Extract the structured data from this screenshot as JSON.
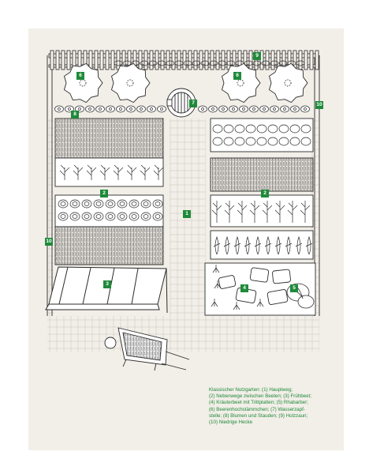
{
  "caption": {
    "lines": [
      "Klassischer Nutzgarten: (1) Hauptweg;",
      "(2) Nebenwege zwischen Beeten; (3) Frühbeet;",
      "(4) Kräuterbeet mit Trittplatten; (5) Rhabarber;",
      "(6) Beerenhochstämmchen; (7) Wasserzapf-",
      "stelle; (8) Blumen und Stauden; (9) Holzzaun;",
      "(10) Niedrige Hecke"
    ]
  },
  "markers": {
    "m1": "1",
    "m2a": "2",
    "m2b": "2",
    "m3": "3",
    "m4": "4",
    "m5": "5",
    "m6a": "6",
    "m6b": "6",
    "m7": "7",
    "m8": "8",
    "m9": "9",
    "m10a": "10",
    "m10b": "10"
  },
  "colors": {
    "paper": "#f2eee8",
    "ink": "#2b2b2b",
    "grid": "#c9c4bd",
    "marker": "#1e8a3a",
    "caption": "#1e8a3a"
  }
}
